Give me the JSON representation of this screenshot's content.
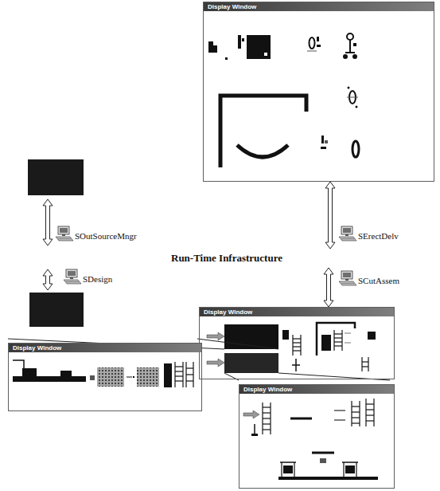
{
  "diagram": {
    "nodes": [
      {
        "text": [
          "Display Window"
        ]
      },
      {
        "text": [
          "Run-Time Infrastructure"
        ]
      },
      {
        "text": [
          "Display Window"
        ]
      },
      {
        "text": [
          "Display Window"
        ]
      },
      {
        "text": [
          "Display Window"
        ]
      }
    ],
    "edges": [
      {
        "from": 0,
        "to": 1,
        "arrow": "both"
      },
      {
        "from": 1,
        "to": 2,
        "arrow": "both"
      }
    ],
    "labels": [
      "SOutSourceMngr",
      "SErectDelv",
      "SDesign",
      "SCutAssem"
    ]
  }
}
